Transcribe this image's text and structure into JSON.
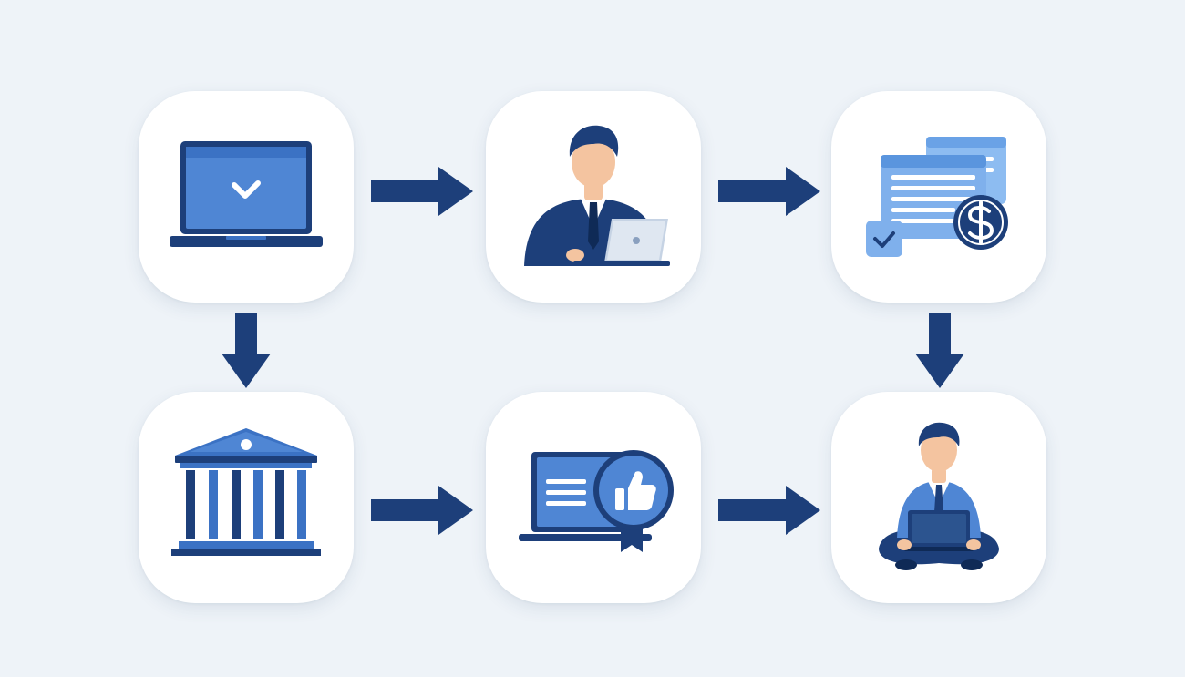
{
  "colors": {
    "background": "#eef3f8",
    "card": "#ffffff",
    "navy": "#1d3f7a",
    "blue": "#3b72c4",
    "light_blue": "#7fb0ec",
    "skin": "#f4c4a0",
    "arrow": "#1d3f7a"
  },
  "nodes": [
    {
      "id": "n1",
      "icon": "laptop-check-icon"
    },
    {
      "id": "n2",
      "icon": "businessman-laptop-icon"
    },
    {
      "id": "n3",
      "icon": "documents-dollar-icon"
    },
    {
      "id": "n4",
      "icon": "bank-building-icon"
    },
    {
      "id": "n5",
      "icon": "laptop-approval-icon"
    },
    {
      "id": "n6",
      "icon": "person-meditating-laptop-icon"
    }
  ],
  "edges": [
    {
      "from": "n1",
      "to": "n2",
      "direction": "right"
    },
    {
      "from": "n2",
      "to": "n3",
      "direction": "right"
    },
    {
      "from": "n1",
      "to": "n4",
      "direction": "down"
    },
    {
      "from": "n3",
      "to": "n6",
      "direction": "down"
    },
    {
      "from": "n4",
      "to": "n5",
      "direction": "right"
    },
    {
      "from": "n5",
      "to": "n6",
      "direction": "right"
    }
  ]
}
